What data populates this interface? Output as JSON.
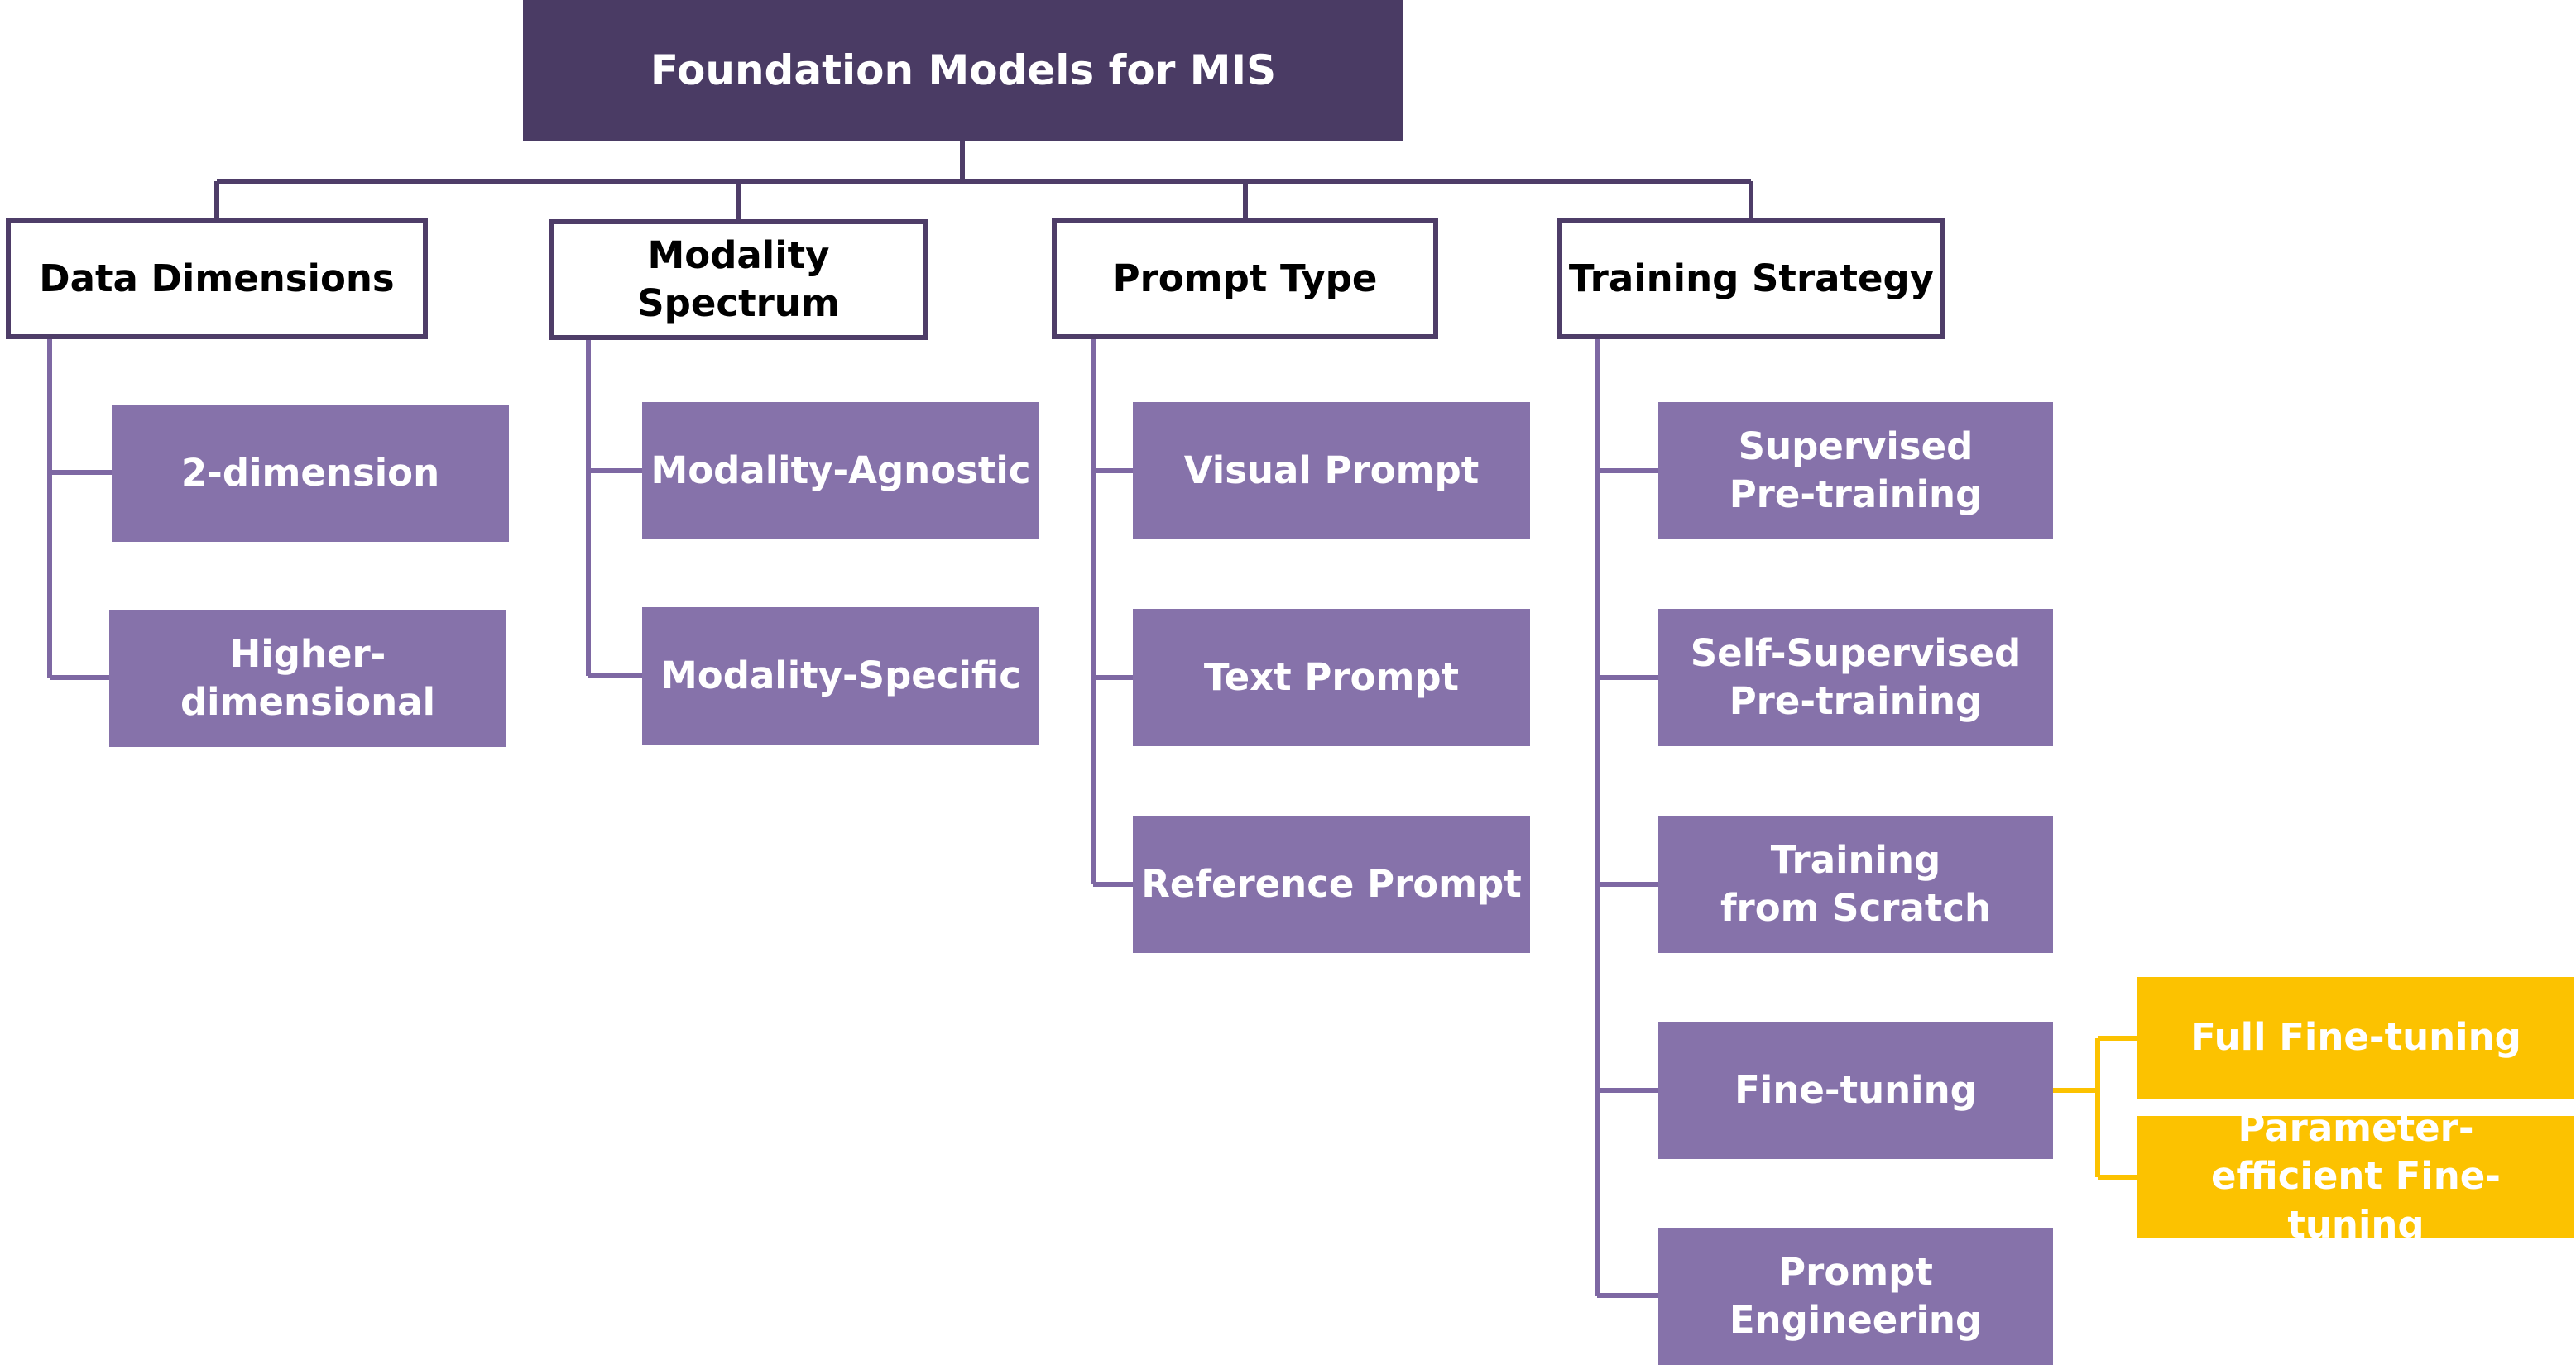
{
  "root": {
    "label": "Foundation Models for MIS"
  },
  "categories": [
    {
      "label": "Data Dimensions",
      "items": [
        {
          "label": "2-dimension"
        },
        {
          "label": "Higher-dimensional"
        }
      ]
    },
    {
      "label": "Modality Spectrum",
      "items": [
        {
          "label": "Modality-Agnostic"
        },
        {
          "label": "Modality-Specific"
        }
      ]
    },
    {
      "label": "Prompt Type",
      "items": [
        {
          "label": "Visual Prompt"
        },
        {
          "label": "Text Prompt"
        },
        {
          "label": "Reference Prompt"
        }
      ]
    },
    {
      "label": "Training Strategy",
      "items": [
        {
          "label": "Supervised Pre-training"
        },
        {
          "label": "Self-Supervised Pre-training"
        },
        {
          "label": "Training from Scratch"
        },
        {
          "label": "Fine-tuning"
        },
        {
          "label": "Prompt Engineering"
        }
      ]
    }
  ],
  "fine_tuning_children": [
    {
      "label": "Full Fine-tuning"
    },
    {
      "label": "Parameter-efficient Fine-tuning"
    }
  ],
  "colors": {
    "root_fill": "#4a3b64",
    "category_border": "#4e3d68",
    "leaf_fill": "#8672aa",
    "connector": "#7e68a3",
    "highlight_fill": "#fcc200"
  }
}
